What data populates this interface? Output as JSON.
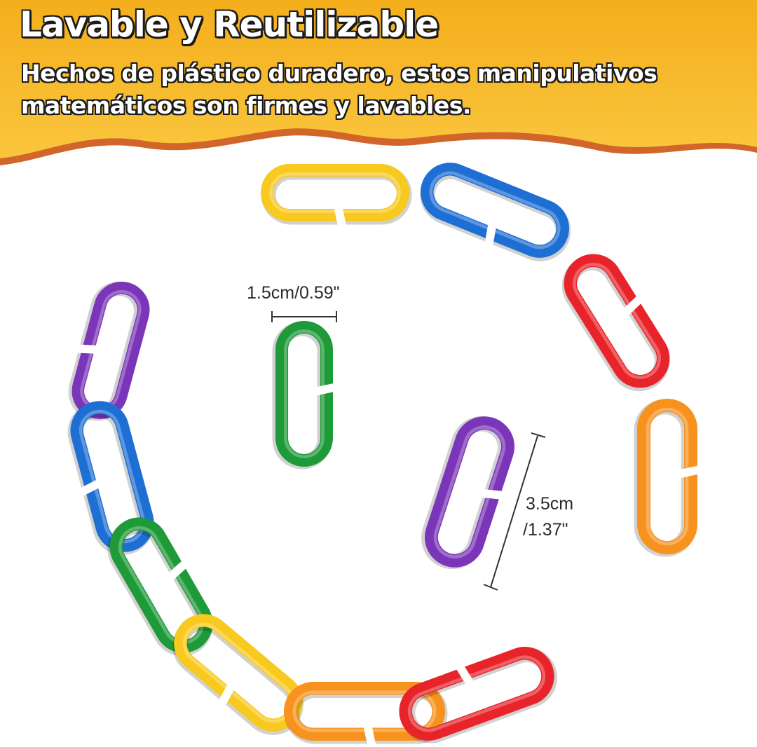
{
  "banner": {
    "title": "Lavable y Reutilizable",
    "subtitle_line1": "Hechos de plástico duradero, estos manipulativos",
    "subtitle_line2": "matemáticos son firmes y lavables.",
    "color_top": "#F6B21E",
    "color_bottom": "#F9C43A",
    "wave_shadow": "#D2662A"
  },
  "dimensions": {
    "width_label": "1.5cm/0.59\"",
    "length_label_line1": "3.5cm",
    "length_label_line2": "/1.37\""
  },
  "link_colors": {
    "yellow": "#F8C91E",
    "blue": "#1E6FD4",
    "red": "#E8242A",
    "orange": "#F7921E",
    "purple": "#7B35B8",
    "green": "#1E9A38"
  }
}
